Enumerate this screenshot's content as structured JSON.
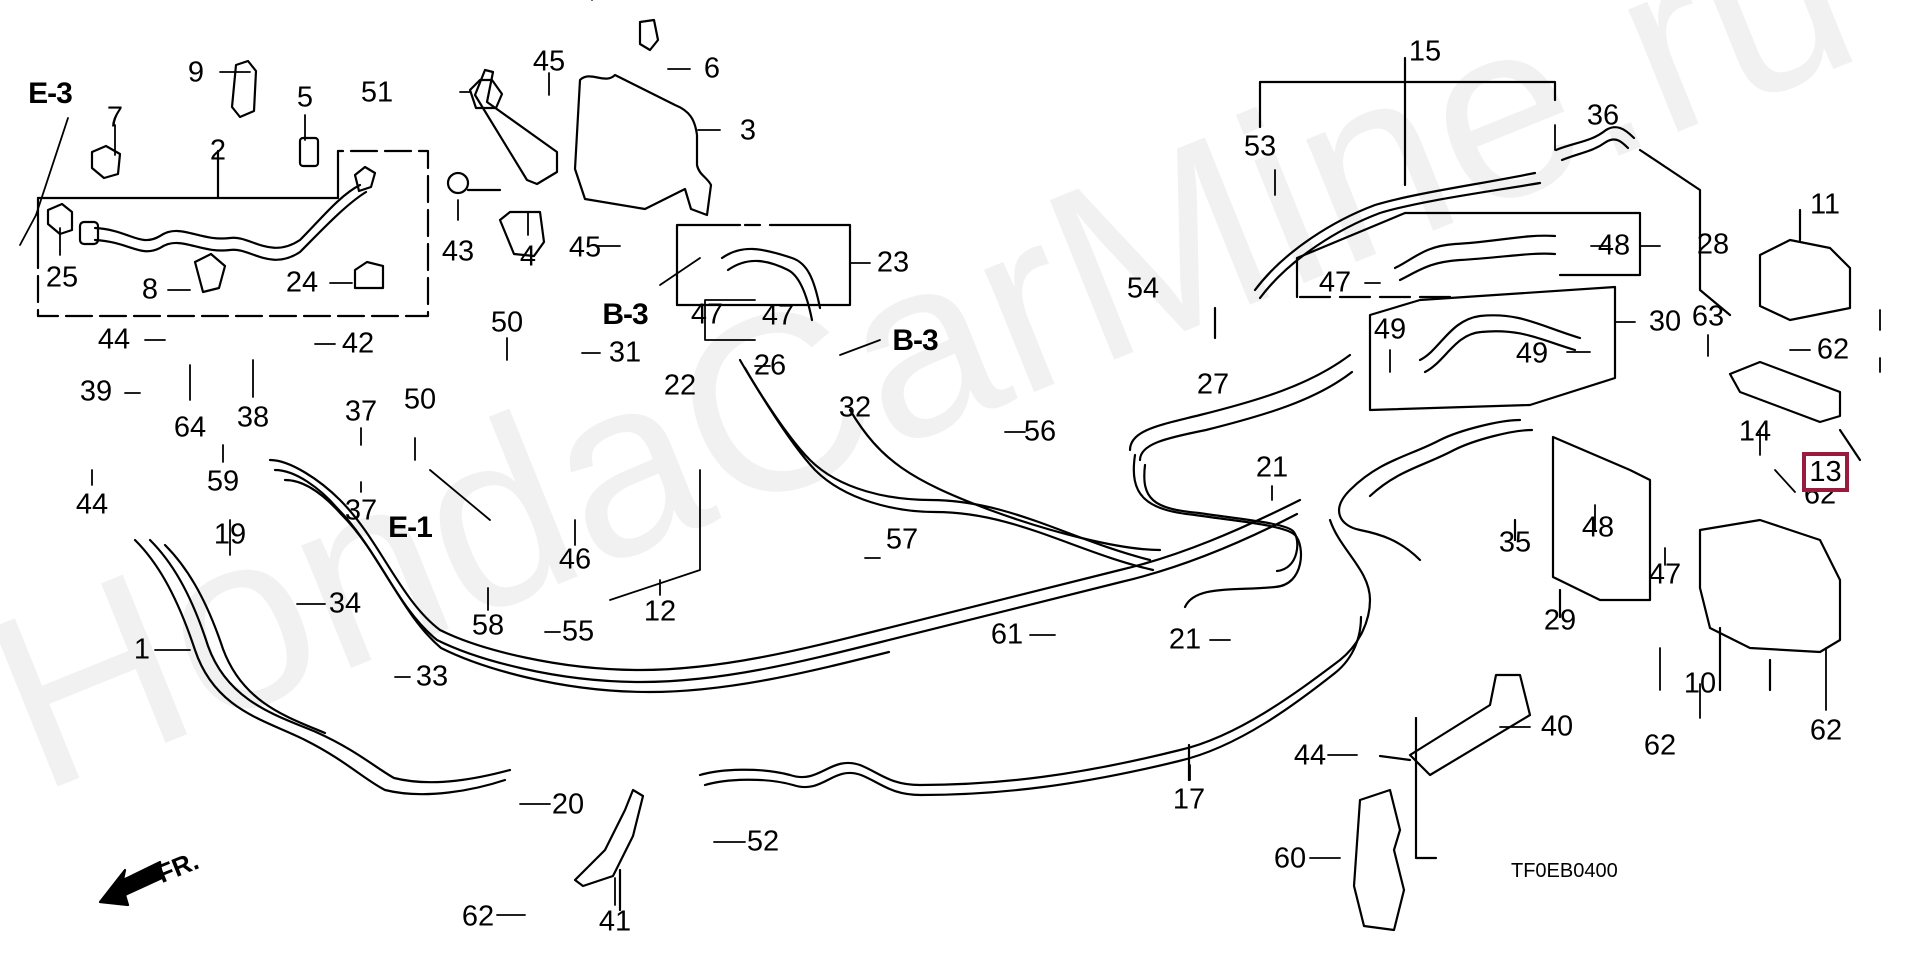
{
  "diagram": {
    "title_code": "TF0EB0400",
    "watermark": "HondaCarMine.ru",
    "front_indicator": "FR.",
    "highlight_color": "#9b1b3f",
    "highlighted_part": "13",
    "section_refs": [
      {
        "id": "ref-e3",
        "label": "E-3"
      },
      {
        "id": "ref-b3-a",
        "label": "B-3"
      },
      {
        "id": "ref-b3-b",
        "label": "B-3"
      },
      {
        "id": "ref-e1",
        "label": "E-1"
      }
    ],
    "part_labels": [
      {
        "num": "9"
      },
      {
        "num": "5"
      },
      {
        "num": "7"
      },
      {
        "num": "2"
      },
      {
        "num": "25"
      },
      {
        "num": "8"
      },
      {
        "num": "24"
      },
      {
        "num": "51"
      },
      {
        "num": "45"
      },
      {
        "num": "6"
      },
      {
        "num": "3"
      },
      {
        "num": "43"
      },
      {
        "num": "4"
      },
      {
        "num": "45"
      },
      {
        "num": "23"
      },
      {
        "num": "47"
      },
      {
        "num": "47"
      },
      {
        "num": "15"
      },
      {
        "num": "53"
      },
      {
        "num": "36"
      },
      {
        "num": "11"
      },
      {
        "num": "28"
      },
      {
        "num": "48"
      },
      {
        "num": "47"
      },
      {
        "num": "54"
      },
      {
        "num": "30"
      },
      {
        "num": "49"
      },
      {
        "num": "49"
      },
      {
        "num": "63"
      },
      {
        "num": "62"
      },
      {
        "num": "44"
      },
      {
        "num": "42"
      },
      {
        "num": "39"
      },
      {
        "num": "64"
      },
      {
        "num": "38"
      },
      {
        "num": "59"
      },
      {
        "num": "44"
      },
      {
        "num": "50"
      },
      {
        "num": "31"
      },
      {
        "num": "37"
      },
      {
        "num": "50"
      },
      {
        "num": "37"
      },
      {
        "num": "26"
      },
      {
        "num": "22"
      },
      {
        "num": "32"
      },
      {
        "num": "56"
      },
      {
        "num": "27"
      },
      {
        "num": "21"
      },
      {
        "num": "14"
      },
      {
        "num": "62"
      },
      {
        "num": "35"
      },
      {
        "num": "48"
      },
      {
        "num": "47"
      },
      {
        "num": "29"
      },
      {
        "num": "19"
      },
      {
        "num": "34"
      },
      {
        "num": "46"
      },
      {
        "num": "57"
      },
      {
        "num": "58"
      },
      {
        "num": "55"
      },
      {
        "num": "12"
      },
      {
        "num": "1"
      },
      {
        "num": "33"
      },
      {
        "num": "61"
      },
      {
        "num": "21"
      },
      {
        "num": "10"
      },
      {
        "num": "62"
      },
      {
        "num": "62"
      },
      {
        "num": "40"
      },
      {
        "num": "44"
      },
      {
        "num": "20"
      },
      {
        "num": "17"
      },
      {
        "num": "52"
      },
      {
        "num": "60"
      },
      {
        "num": "62"
      },
      {
        "num": "41"
      }
    ]
  }
}
